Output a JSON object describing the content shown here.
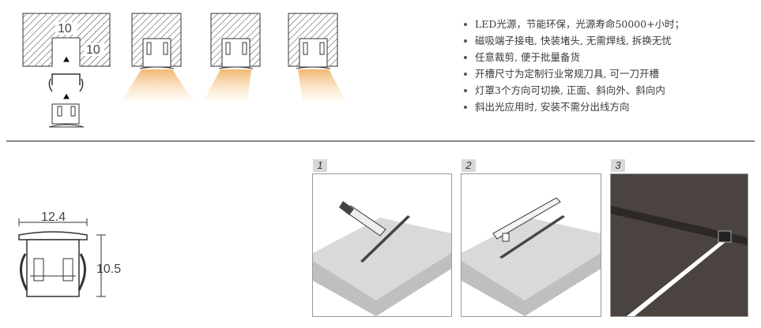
{
  "features": [
    "LED光源，节能环保，光源寿命50000+小时；",
    "磁吸端子接电, 快装堵头, 无需焊线, 拆换无忧",
    "任意裁剪, 便于批量备货",
    "开槽尺寸为定制行业常规刀具, 可一刀开槽",
    "灯罩3个方向可切换, 正面、斜向外、斜向内",
    "斜出光应用时, 安装不需分出线方向"
  ],
  "groove_dims": {
    "width": "10",
    "depth": "10"
  },
  "profile_dims": {
    "width": "12.4",
    "height": "10.5"
  },
  "steps": [
    "1",
    "2",
    "3"
  ],
  "colors": {
    "light": "#f5c98a",
    "hatch": "#333333",
    "divider": "#888888",
    "tab": "#d8d8d8"
  }
}
